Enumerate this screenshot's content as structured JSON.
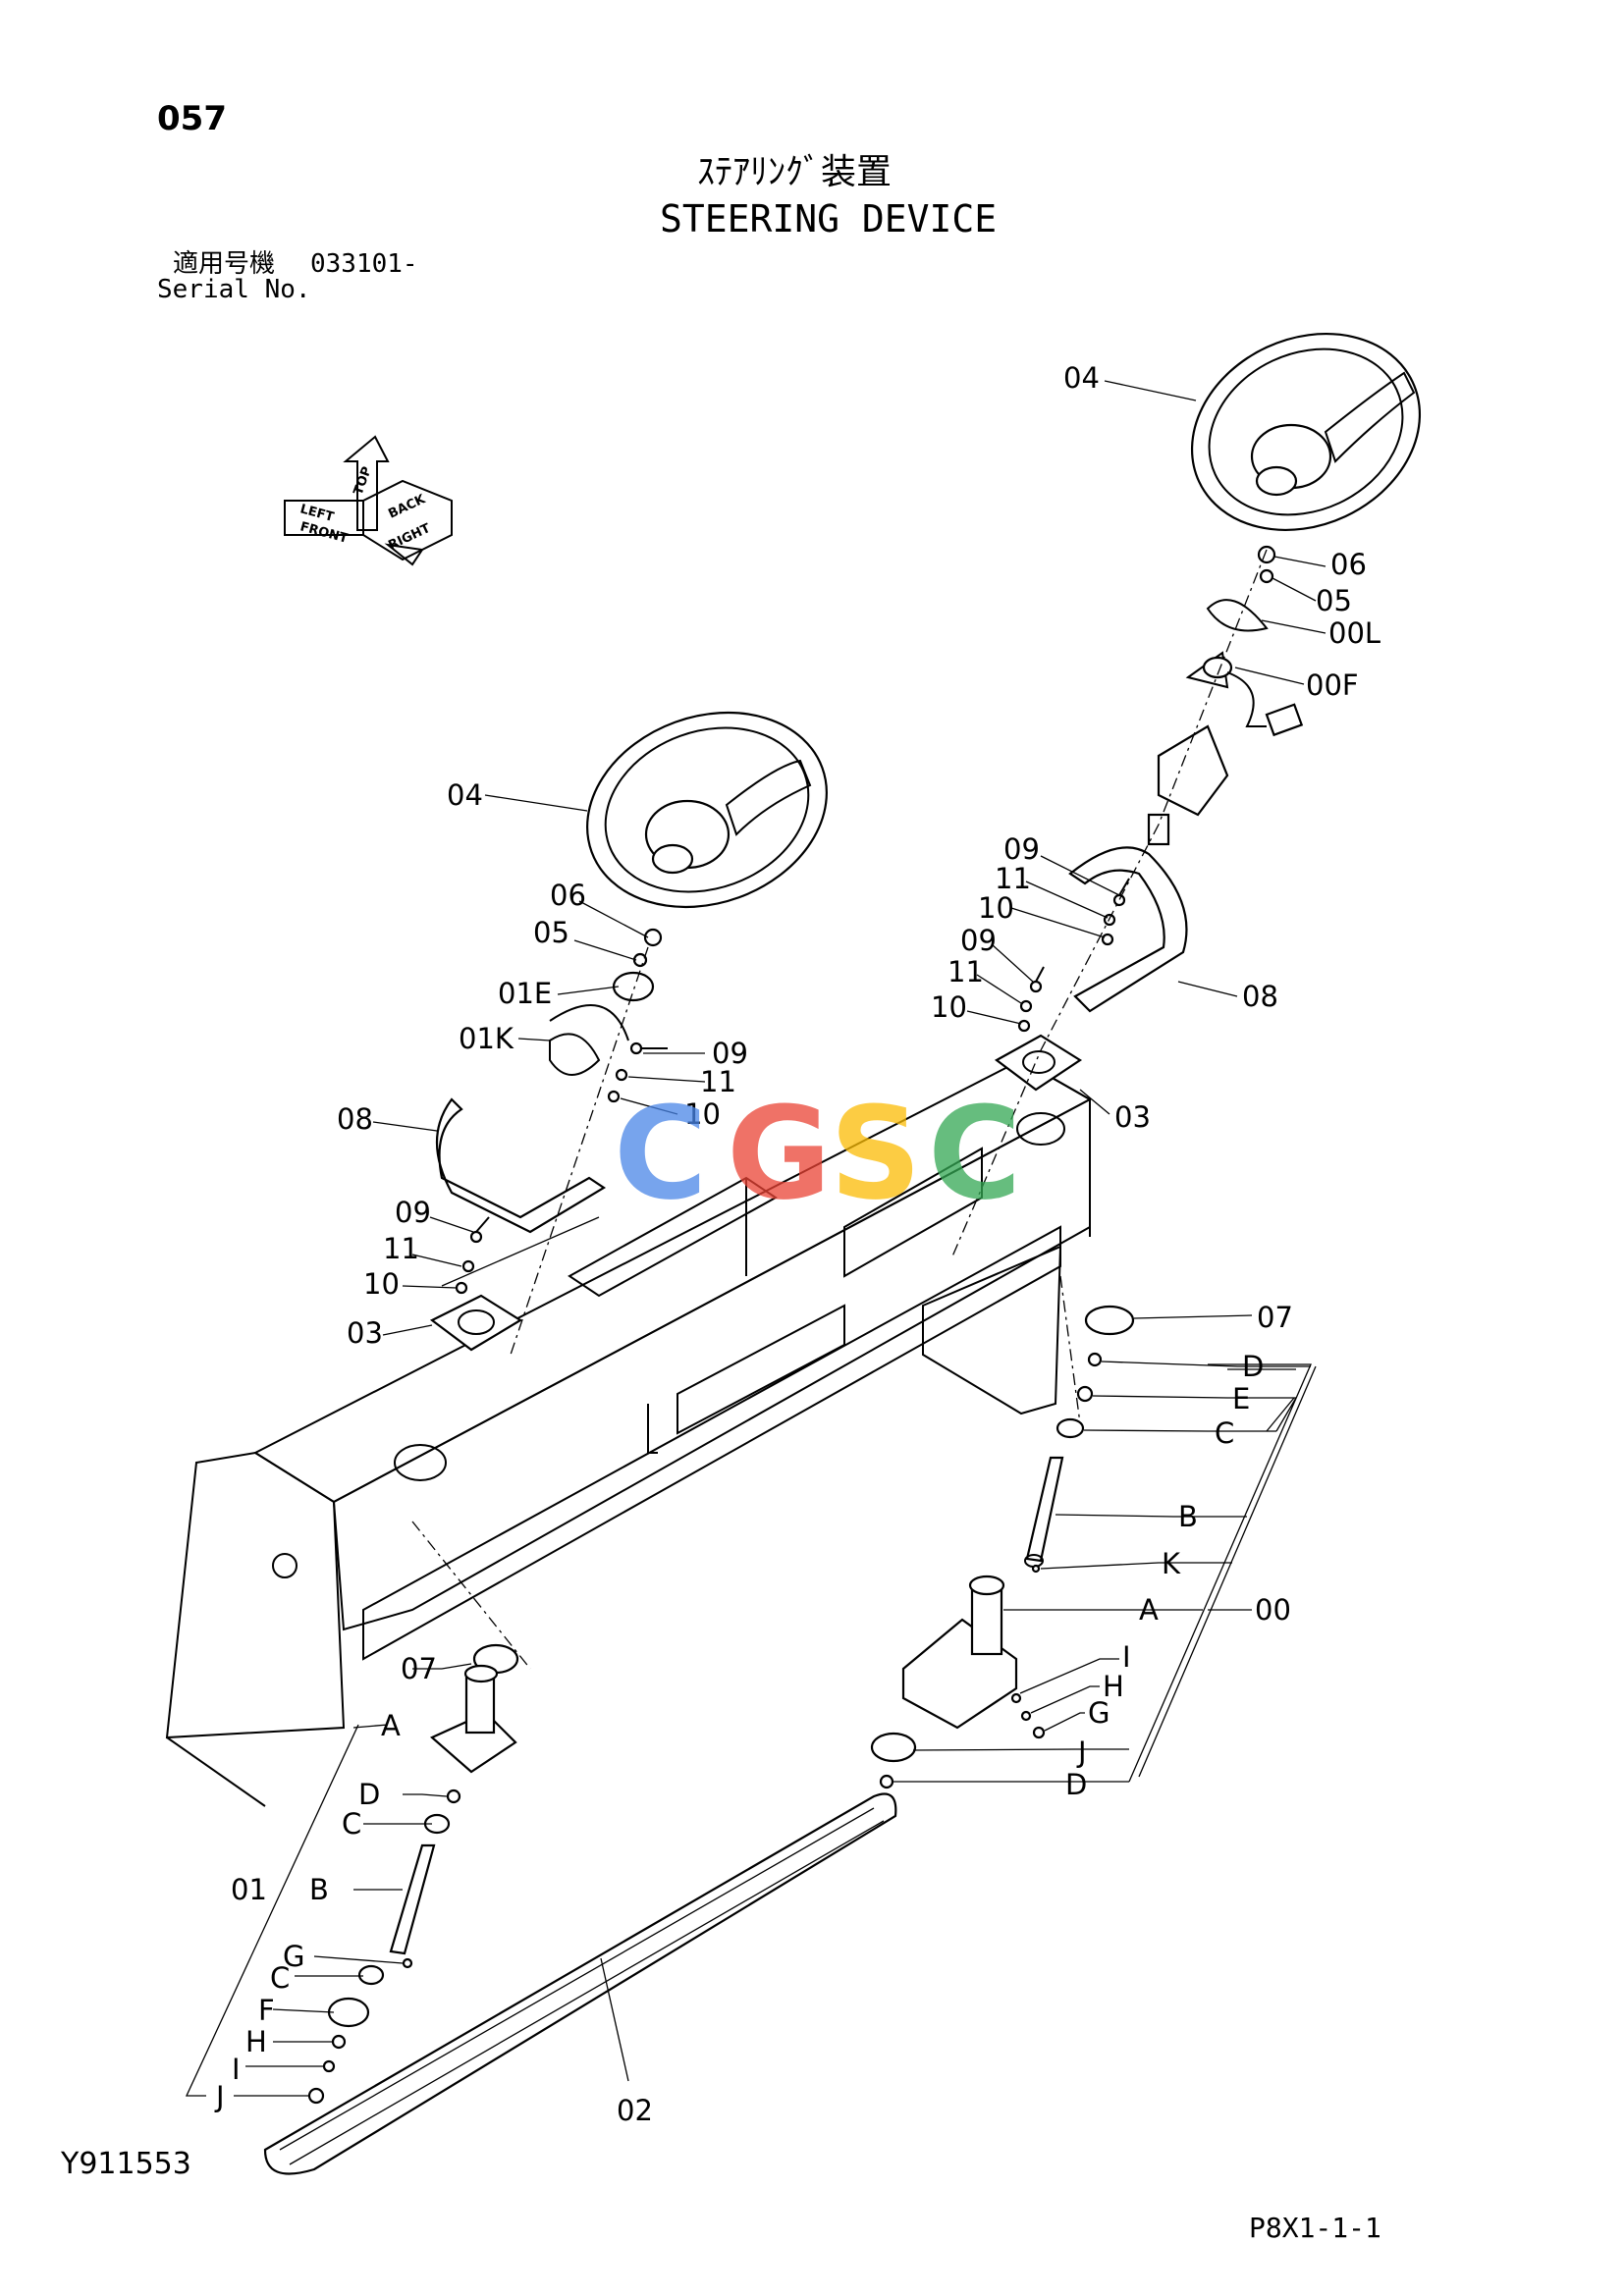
{
  "header": {
    "page_number": "057",
    "title_jp": "ｽﾃｱﾘﾝｸﾞ装置",
    "title_en": "STEERING DEVICE",
    "serial_label_jp": "適用号機",
    "serial_value": "033101-",
    "serial_label_en": "Serial No."
  },
  "footer": {
    "drawing_code": "Y911553",
    "sheet_code": "P8X1-1-1"
  },
  "direction_indicator": {
    "labels": [
      "TOP",
      "FRONT",
      "RIGHT",
      "BACK",
      "LEFT"
    ],
    "icon": "3d-orientation-arrows-icon"
  },
  "watermark": {
    "letters": [
      "C",
      "G",
      "S",
      "C"
    ],
    "colors": [
      "#4a86e8",
      "#ea4335",
      "#fbbc05",
      "#34a853"
    ]
  },
  "callouts": {
    "c04_right": "04",
    "c06_right": "06",
    "c05_right": "05",
    "c00L": "00L",
    "c00F": "00F",
    "c04_left": "04",
    "c06_left": "06",
    "c05_left": "05",
    "c01E": "01E",
    "c01K": "01K",
    "c09_a": "09",
    "c11_a": "11",
    "c10_a": "10",
    "c08_left": "08",
    "c09_b": "09",
    "c11_b": "11",
    "c10_b": "10",
    "c03_left": "03",
    "c09_c": "09",
    "c11_c": "11",
    "c10_c": "10",
    "c09_d": "09",
    "c11_d": "11",
    "c10_d": "10",
    "c08_right": "08",
    "c03_right": "03",
    "c07_right": "07",
    "rD1": "D",
    "rE": "E",
    "rC": "C",
    "rB": "B",
    "rK": "K",
    "rA": "A",
    "c00": "00",
    "rI": "I",
    "rH": "H",
    "rG": "G",
    "rJ": "J",
    "rD2": "D",
    "c07_left": "07",
    "lA": "A",
    "lD": "D",
    "lC1": "C",
    "c01": "01",
    "lB": "B",
    "lG": "G",
    "lC2": "C",
    "lF": "F",
    "lH": "H",
    "lI": "I",
    "lJ": "J",
    "c02": "02"
  }
}
